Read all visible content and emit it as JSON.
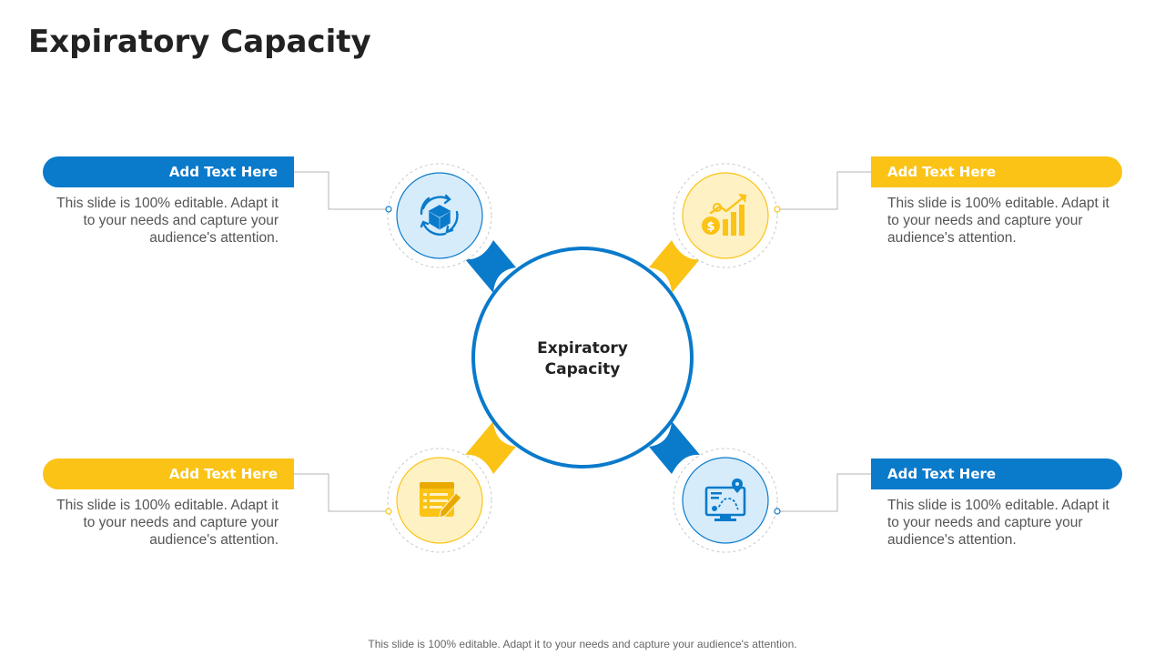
{
  "title": "Expiratory Capacity",
  "center_label_line1": "Expiratory",
  "center_label_line2": "Capacity",
  "colors": {
    "blue": "#0a7acb",
    "yellow": "#fbc316",
    "light_blue": "#d6ecfb",
    "light_yellow": "#fef1c4"
  },
  "items": [
    {
      "heading": "Add Text Here",
      "text": "This slide is 100% editable. Adapt it to your needs and capture your audience's attention.",
      "icon": "cube-cycle-icon"
    },
    {
      "heading": "Add Text Here",
      "text": "This slide is 100% editable. Adapt it to your needs and capture your audience's attention.",
      "icon": "money-growth-chart-icon"
    },
    {
      "heading": "Add Text Here",
      "text": "This slide is 100% editable. Adapt it to your needs and capture your audience's attention.",
      "icon": "notepad-pencil-icon"
    },
    {
      "heading": "Add Text Here",
      "text": "This slide is 100% editable. Adapt it to your needs and capture your audience's attention.",
      "icon": "monitor-route-icon"
    }
  ],
  "footer": "This slide is 100% editable. Adapt it to your needs and capture your audience's attention."
}
